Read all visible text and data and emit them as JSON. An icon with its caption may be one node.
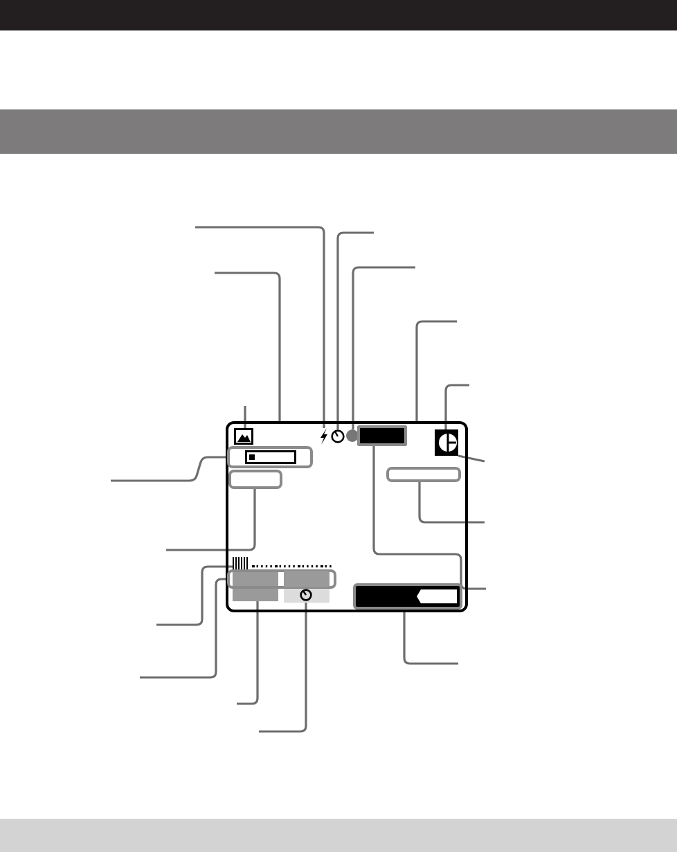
{
  "diagram": {
    "nodes": [
      {
        "text": [],
        "shape": "bar"
      },
      {
        "text": [],
        "shape": "bar"
      },
      {
        "text": [],
        "shape": "box"
      },
      {
        "text": [],
        "shape": "mountain",
        "in": 2
      },
      {
        "text": [],
        "shape": "bolt",
        "in": 2
      },
      {
        "text": [],
        "shape": "timer",
        "in": 2
      },
      {
        "text": [],
        "shape": "circle",
        "in": 2
      },
      {
        "text": [],
        "shape": "box",
        "in": 2
      },
      {
        "text": [],
        "shape": "dial",
        "in": 2
      },
      {
        "text": [],
        "shape": "box",
        "in": 2
      },
      {
        "text": [],
        "shape": "box",
        "in": 2
      },
      {
        "text": [],
        "shape": "bar",
        "in": 10
      },
      {
        "text": [],
        "shape": "box",
        "in": 2
      },
      {
        "text": [],
        "shape": "scale",
        "in": 2
      },
      {
        "text": [],
        "shape": "box",
        "in": 2
      },
      {
        "text": [],
        "shape": "box",
        "in": 2
      },
      {
        "text": [],
        "shape": "box",
        "in": 14
      },
      {
        "text": [],
        "shape": "box",
        "in": 2
      },
      {
        "text": [],
        "shape": "timer",
        "in": 17
      },
      {
        "text": [],
        "shape": "bar",
        "in": 2
      },
      {
        "text": [],
        "shape": "bar"
      }
    ],
    "edges": [
      {
        "from": null,
        "to": 3,
        "arrow": "none"
      },
      {
        "from": null,
        "to": 2,
        "arrow": "none"
      },
      {
        "from": null,
        "to": 4,
        "arrow": "none"
      },
      {
        "from": null,
        "to": 5,
        "arrow": "none"
      },
      {
        "from": null,
        "to": 6,
        "arrow": "none"
      },
      {
        "from": null,
        "to": 7,
        "arrow": "none"
      },
      {
        "from": null,
        "to": 2,
        "arrow": "none"
      },
      {
        "from": null,
        "to": 8,
        "arrow": "none"
      },
      {
        "from": null,
        "to": 8,
        "arrow": "none"
      },
      {
        "from": null,
        "to": 9,
        "arrow": "none"
      },
      {
        "from": null,
        "to": 10,
        "arrow": "none"
      },
      {
        "from": null,
        "to": 12,
        "arrow": "none"
      },
      {
        "from": null,
        "to": 13,
        "arrow": "none"
      },
      {
        "from": null,
        "to": 14,
        "arrow": "none"
      },
      {
        "from": null,
        "to": 15,
        "arrow": "none"
      },
      {
        "from": null,
        "to": 18,
        "arrow": "none"
      },
      {
        "from": null,
        "to": 19,
        "arrow": "none"
      }
    ]
  }
}
